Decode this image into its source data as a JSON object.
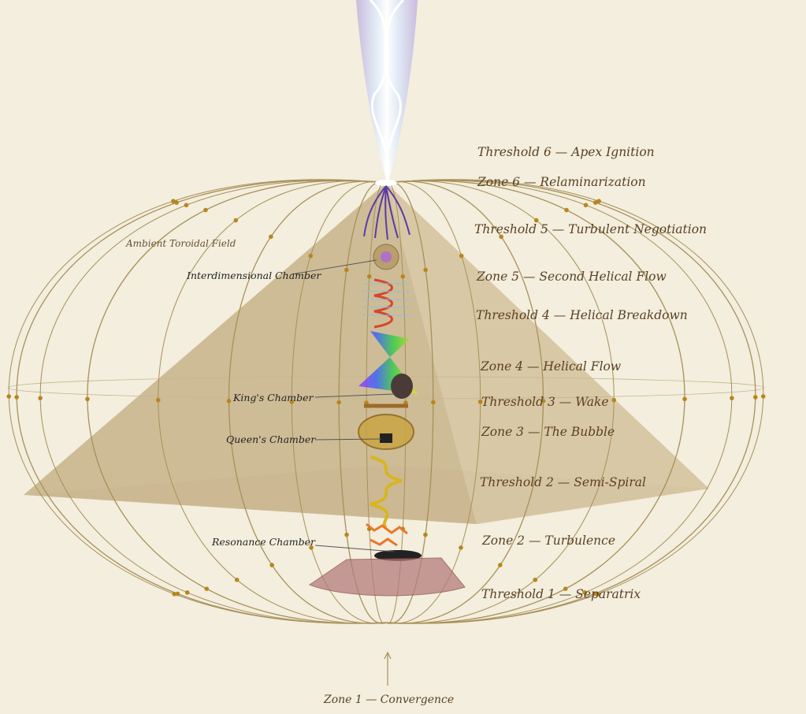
{
  "labels": {
    "right": [
      "Threshold 6 — Apex Ignition",
      "Zone 6 — Relaminarization",
      "Threshold 5 — Turbulent Negotiation",
      "Zone 5 — Second Helical Flow",
      "Threshold 4 — Helical Breakdown",
      "Zone 4 — Helical Flow",
      "Threshold 3 — Wake",
      "Zone 3 — The Bubble",
      "Threshold 2 — Semi-Spiral",
      "Zone 2 — Turbulence",
      "Threshold 1 — Separatrix"
    ],
    "bottom": "Zone 1 — Convergence",
    "ambient": "Ambient Toroidal Field",
    "chambers": [
      "Interdimensional Chamber",
      "King's Chamber",
      "Queen's Chamber",
      "Resonance Chamber"
    ]
  },
  "colors": {
    "background": "#f3eedd",
    "field_line": "#a8905a",
    "pyramid": "#c7b38a",
    "label": "#5b4023",
    "arrow": "#b8861b"
  }
}
